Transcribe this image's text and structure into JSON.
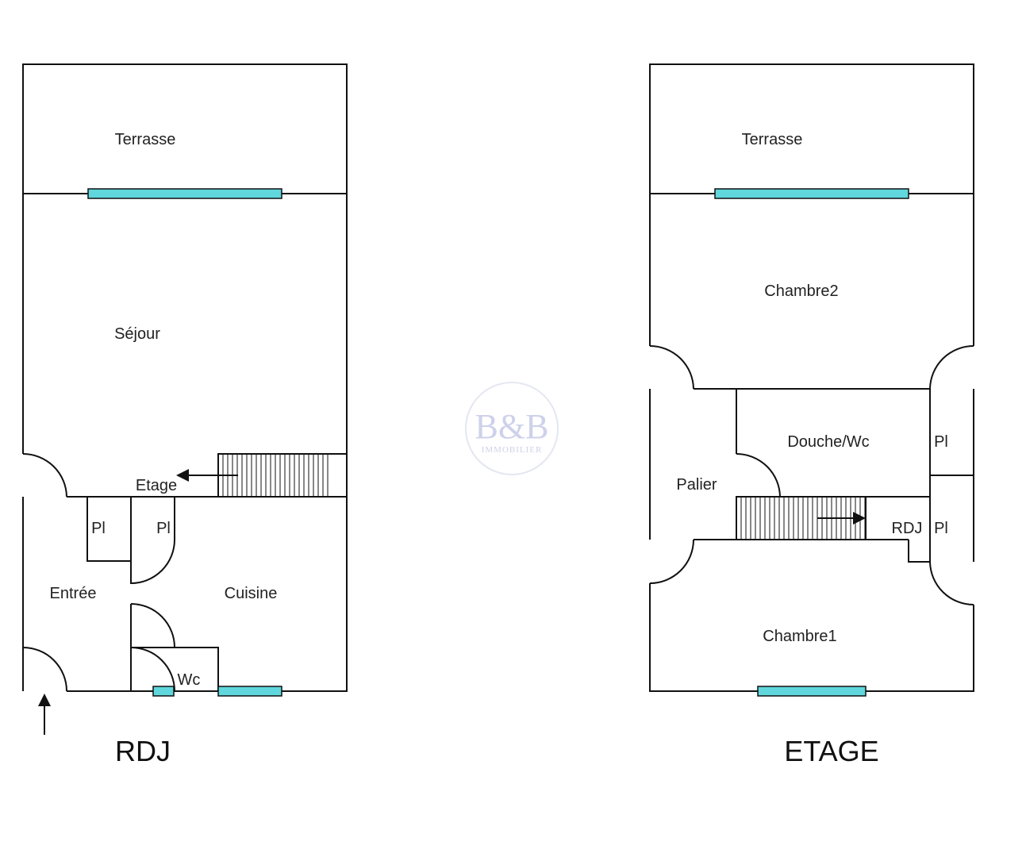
{
  "plans": {
    "rdj": {
      "title": "RDJ",
      "rooms": {
        "terrasse": "Terrasse",
        "sejour": "Séjour",
        "etage_stair": "Etage",
        "placard1": "Pl",
        "placard2": "Pl",
        "entree": "Entrée",
        "cuisine": "Cuisine",
        "wc": "Wc"
      }
    },
    "etage": {
      "title": "ETAGE",
      "rooms": {
        "terrasse": "Terrasse",
        "chambre2": "Chambre2",
        "douche": "Douche/Wc",
        "placard1": "Pl",
        "palier": "Palier",
        "rdj_stair": "RDJ",
        "placard2": "Pl",
        "chambre1": "Chambre1"
      }
    }
  },
  "watermark": {
    "brand": "B&B",
    "sub": "IMMOBILIER"
  },
  "colors": {
    "window": "#5fd7dc",
    "wall": "#111111"
  }
}
